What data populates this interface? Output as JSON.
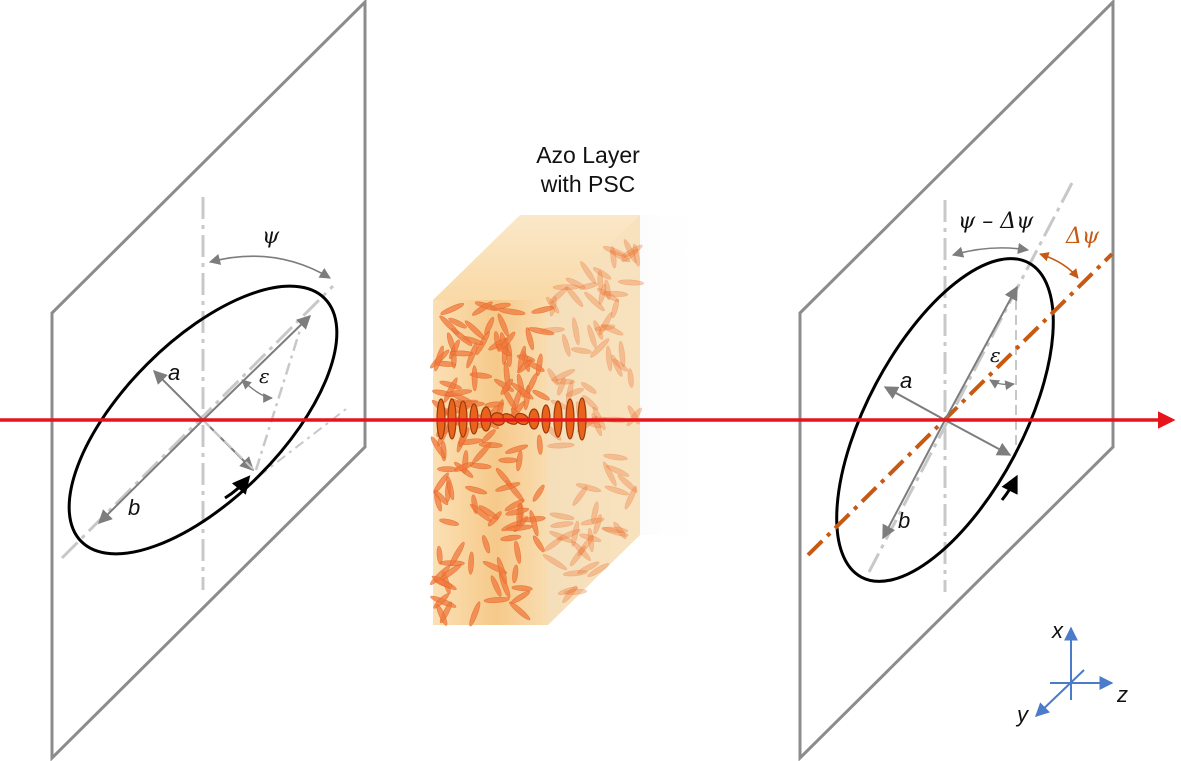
{
  "layer_title": {
    "line1": "Azo Layer",
    "line2": "with PSC"
  },
  "left_plane": {
    "psi_label": "ψ",
    "epsilon_label": "ε",
    "a_label": "a",
    "b_label": "b"
  },
  "right_plane": {
    "psi_minus_dpsi_label": "ψ – Δψ",
    "dpsi_label": "Δψ",
    "epsilon_label": "ε",
    "a_label": "a",
    "b_label": "b"
  },
  "axes": {
    "x_label": "x",
    "y_label": "y",
    "z_label": "z"
  },
  "colors": {
    "beam": "#e8141b",
    "plane": "#8c8c8c",
    "axis_dash": "#c8c8c8",
    "rotation_dash": "#c75a12",
    "coord_axes": "#4a7cc9",
    "molecules": "#ef7a3d"
  }
}
